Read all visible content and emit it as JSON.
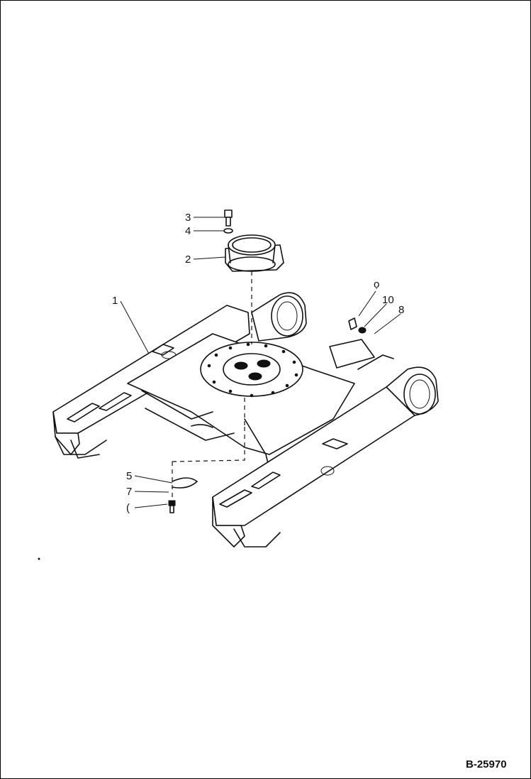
{
  "drawing": {
    "reference_number": "B-25970",
    "colors": {
      "ink": "#111111",
      "paper": "#ffffff"
    }
  },
  "callouts": [
    {
      "id": "1",
      "label": "1"
    },
    {
      "id": "2",
      "label": "2"
    },
    {
      "id": "3",
      "label": "3"
    },
    {
      "id": "4",
      "label": "4"
    },
    {
      "id": "5",
      "label": "5"
    },
    {
      "id": "7",
      "label": "7"
    },
    {
      "id": "8",
      "label": "8"
    },
    {
      "id": "10",
      "label": "10"
    },
    {
      "id": "9",
      "label": "ọ"
    },
    {
      "id": "6",
      "label": "("
    }
  ]
}
